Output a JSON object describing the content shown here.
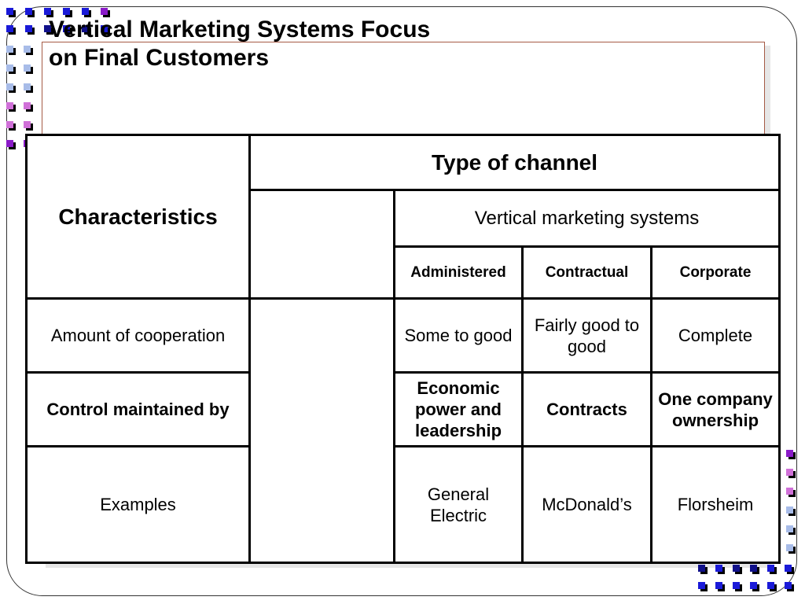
{
  "slide": {
    "title": "Vertical Marketing Systems Focus\non Final Customers"
  },
  "table": {
    "characteristics_header": "Characteristics",
    "type_of_channel": "Type of channel",
    "vms_header": "Vertical marketing systems",
    "columns": [
      "Administered",
      "Contractual",
      "Corporate"
    ],
    "rows": [
      {
        "label": "Amount of cooperation",
        "values": [
          "Some to good",
          "Fairly good to good",
          "Complete"
        ]
      },
      {
        "label": "Control maintained by",
        "values": [
          "Economic power and leadership",
          "Contracts",
          "One company ownership"
        ]
      },
      {
        "label": "Examples",
        "values": [
          "General Electric",
          "McDonald’s",
          "Florsheim"
        ]
      }
    ]
  },
  "colors": {
    "frame_border": "#333333",
    "content_border": "#a55a45",
    "decor_blue": "#1a1ad8",
    "decor_purple": "#8a1ac8",
    "decor_magenta": "#d070d8",
    "decor_lightblue": "#a8bce8",
    "decor_navy": "#10108a"
  },
  "decorations": [
    "square-pattern-top-left",
    "square-pattern-bottom-right"
  ]
}
